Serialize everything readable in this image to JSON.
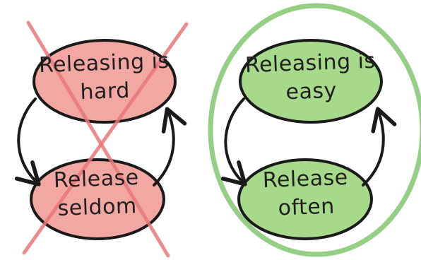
{
  "bad_cycle": {
    "top_node": {
      "line1": "Releasing is",
      "line2": "hard"
    },
    "bottom_node": {
      "line1": "Release",
      "line2": "seldom"
    }
  },
  "good_cycle": {
    "top_node": {
      "line1": "Releasing is",
      "line2": "easy"
    },
    "bottom_node": {
      "line1": "Release",
      "line2": "often"
    }
  },
  "colors": {
    "bad_fill": "#f2a7a2",
    "good_fill": "#a7d98a",
    "cross": "#e8777b",
    "ring": "#8fcc7f",
    "stroke": "#1a1a1a"
  }
}
